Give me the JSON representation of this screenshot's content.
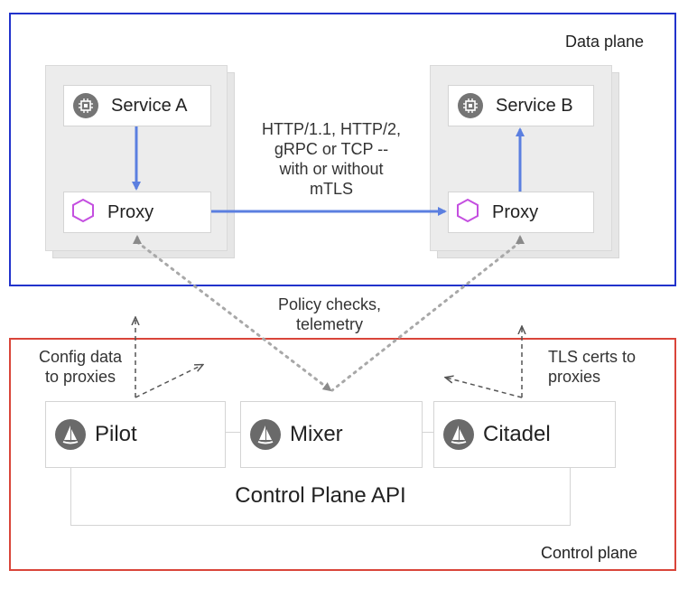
{
  "data_plane": {
    "label": "Data plane",
    "service_a": "Service A",
    "service_b": "Service B",
    "proxy_a": "Proxy",
    "proxy_b": "Proxy",
    "protocol_text": [
      "HTTP/1.1, HTTP/2,",
      "gRPC or TCP --",
      "with or without",
      "mTLS"
    ]
  },
  "annotations": {
    "policy": [
      "Policy checks,",
      "telemetry"
    ],
    "config": [
      "Config data",
      "to proxies"
    ],
    "tls": [
      "TLS certs to",
      "proxies"
    ]
  },
  "control_plane": {
    "label": "Control plane",
    "pilot": "Pilot",
    "mixer": "Mixer",
    "citadel": "Citadel",
    "api": "Control Plane API"
  },
  "colors": {
    "data_plane_border": "#2233cc",
    "control_plane_border": "#d9453a",
    "arrow_blue": "#5b7fe0",
    "proxy_icon": "#c44fe0",
    "dotted_gray": "#a8a8a8"
  }
}
